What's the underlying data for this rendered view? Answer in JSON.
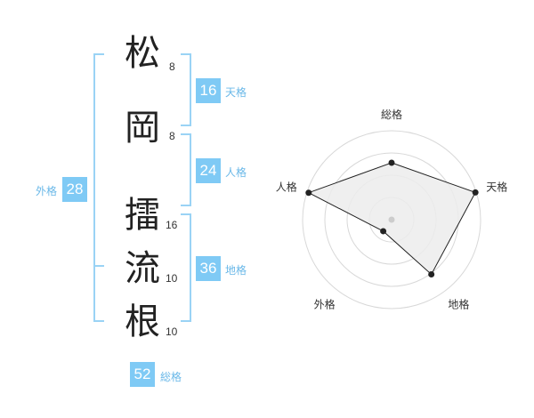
{
  "characters": [
    {
      "char": "松",
      "strokes": "8"
    },
    {
      "char": "岡",
      "strokes": "8"
    },
    {
      "char": "擂",
      "strokes": "16"
    },
    {
      "char": "流",
      "strokes": "10"
    },
    {
      "char": "根",
      "strokes": "10"
    }
  ],
  "fortunes": {
    "tenkaku": {
      "value": "16",
      "label": "天格"
    },
    "jinkaku": {
      "value": "24",
      "label": "人格"
    },
    "chikaku": {
      "value": "36",
      "label": "地格"
    },
    "gaikaku": {
      "value": "28",
      "label": "外格"
    },
    "soukaku": {
      "value": "52",
      "label": "総格"
    }
  },
  "chart_data": {
    "type": "radar",
    "axes": [
      "総格",
      "天格",
      "地格",
      "外格",
      "人格"
    ],
    "values": [
      0.64,
      0.99,
      0.76,
      0.16,
      0.98
    ],
    "rings": 4,
    "colors": {
      "fill": "#ececec",
      "line": "#222222",
      "grid": "#d8d8d8",
      "center": "#cccccc"
    }
  }
}
